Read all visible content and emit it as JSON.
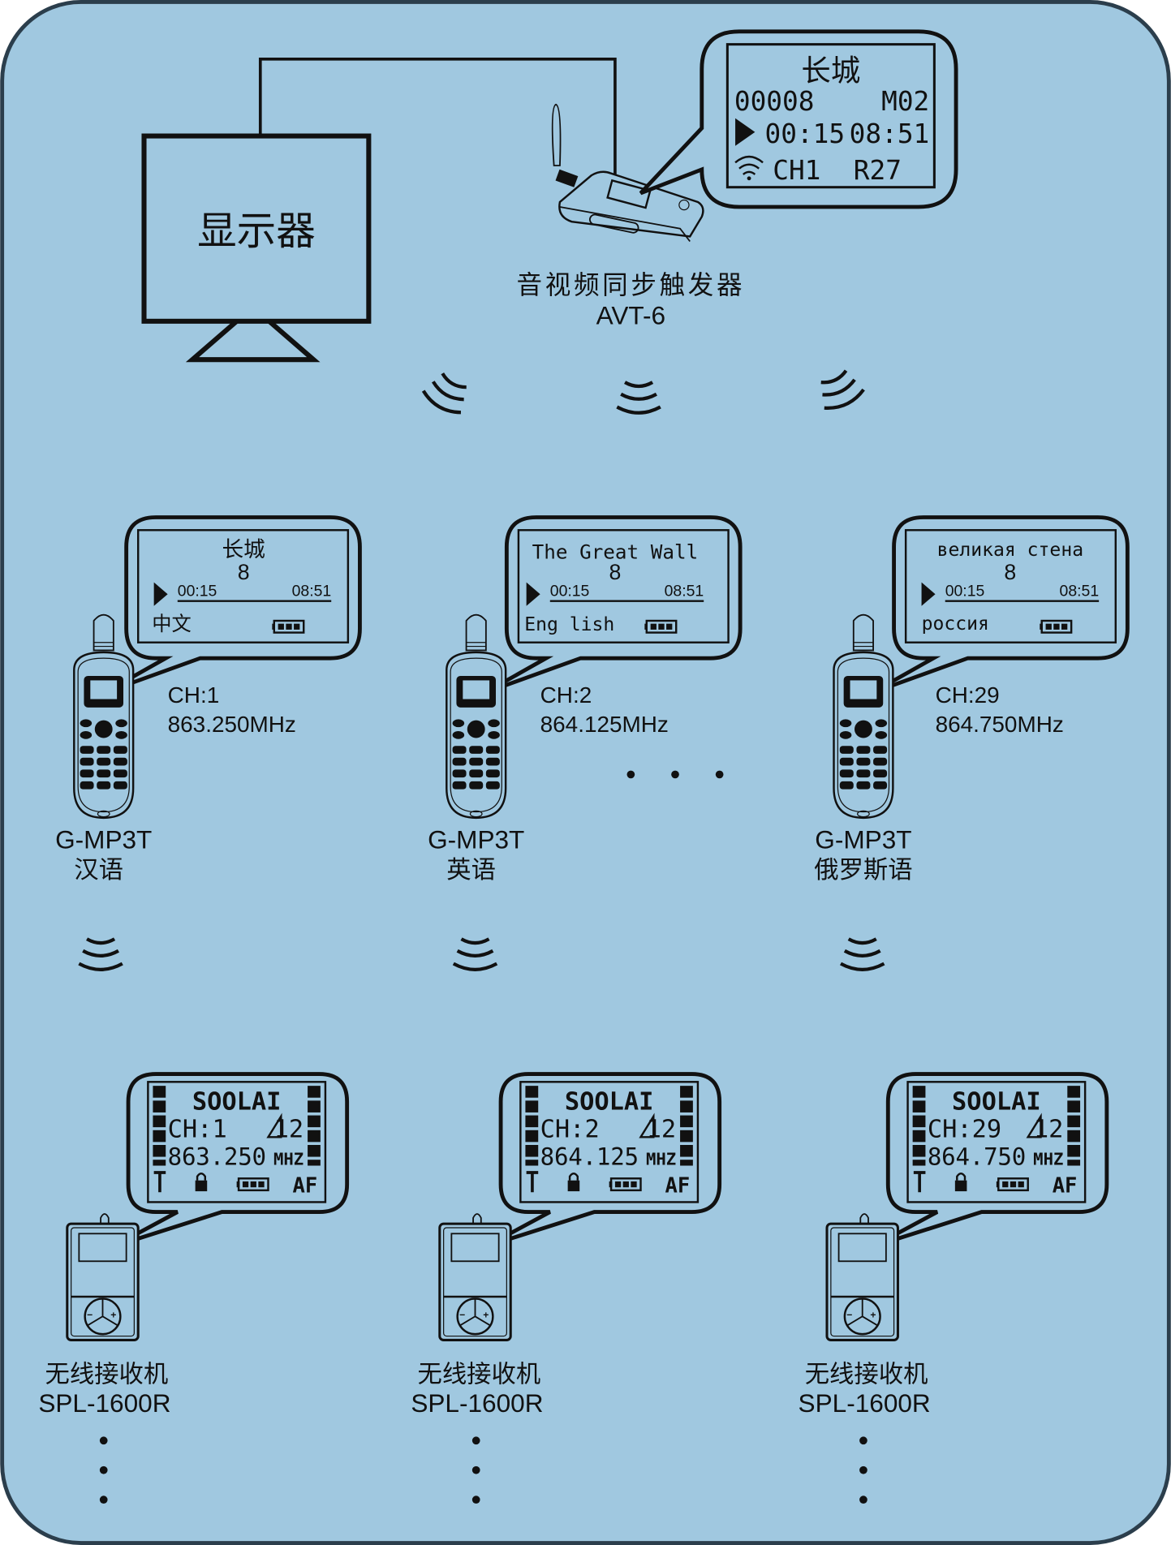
{
  "colors": {
    "background": "#a0c8e0",
    "line": "#111111",
    "border": "#2b3e4c"
  },
  "monitor": {
    "label": "显示器"
  },
  "trigger": {
    "name": "音视频同步触发器",
    "model": "AVT-6",
    "screen": {
      "title": "长城",
      "track": "00008",
      "mode": "M02",
      "elapsed": "00:15",
      "total": "08:51",
      "channel": "CH1",
      "code": "R27"
    }
  },
  "transmitters": [
    {
      "model": "G-MP3T",
      "language": "汉语",
      "channel": "CH:1",
      "frequency": "863.250MHz",
      "screen": {
        "title": "长城",
        "number": "8",
        "elapsed": "00:15",
        "total": "08:51",
        "language": "中文"
      }
    },
    {
      "model": "G-MP3T",
      "language": "英语",
      "channel": "CH:2",
      "frequency": "864.125MHz",
      "screen": {
        "title": "The Great Wall",
        "number": "8",
        "elapsed": "00:15",
        "total": "08:51",
        "language": "Eng lish"
      }
    },
    {
      "model": "G-MP3T",
      "language": "俄罗斯语",
      "channel": "CH:29",
      "frequency": "864.750MHz",
      "screen": {
        "title": "великая стена",
        "number": "8",
        "elapsed": "00:15",
        "total": "08:51",
        "language": "россия"
      }
    }
  ],
  "receivers": [
    {
      "name": "无线接收机",
      "model": "SPL-1600R",
      "screen": {
        "brand": "SOOLAI",
        "channel": "CH:1",
        "volume": "12",
        "freq": "863.250",
        "unit": "MHZ",
        "af": "AF"
      }
    },
    {
      "name": "无线接收机",
      "model": "SPL-1600R",
      "screen": {
        "brand": "SOOLAI",
        "channel": "CH:2",
        "volume": "12",
        "freq": "864.125",
        "unit": "MHZ",
        "af": "AF"
      }
    },
    {
      "name": "无线接收机",
      "model": "SPL-1600R",
      "screen": {
        "brand": "SOOLAI",
        "channel": "CH:29",
        "volume": "12",
        "freq": "864.750",
        "unit": "MHZ",
        "af": "AF"
      }
    }
  ],
  "device_brand": "SOOLAI"
}
